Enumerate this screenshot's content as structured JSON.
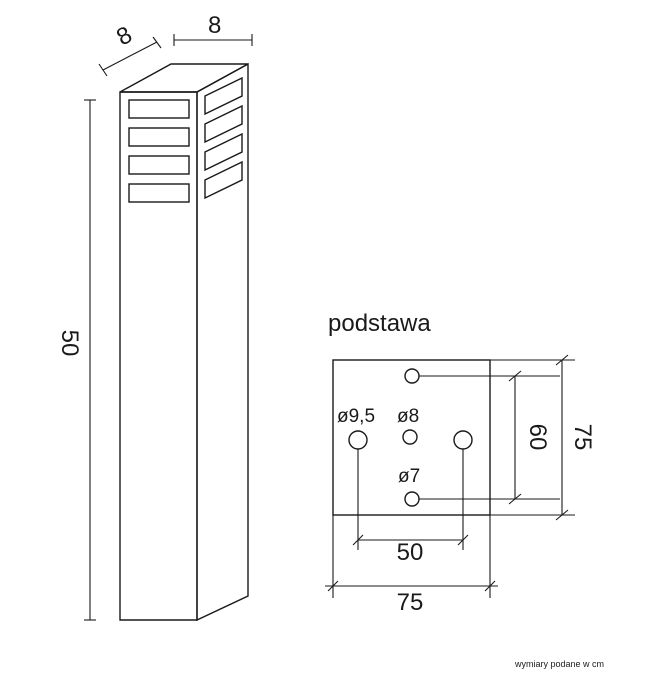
{
  "dimensions": {
    "depth_top": "8",
    "width_top": "8",
    "height": "50",
    "base_bolt_spacing_v": "60",
    "base_side_v": "75",
    "base_bolt_spacing_h": "50",
    "base_side_h": "75"
  },
  "base": {
    "title": "podstawa",
    "hole_small": "ø8",
    "hole_large": "ø9,5",
    "hole_bottom": "ø7"
  },
  "note": "wymiary podane w cm",
  "colors": {
    "line": "#1a1a1a",
    "background": "#ffffff"
  }
}
